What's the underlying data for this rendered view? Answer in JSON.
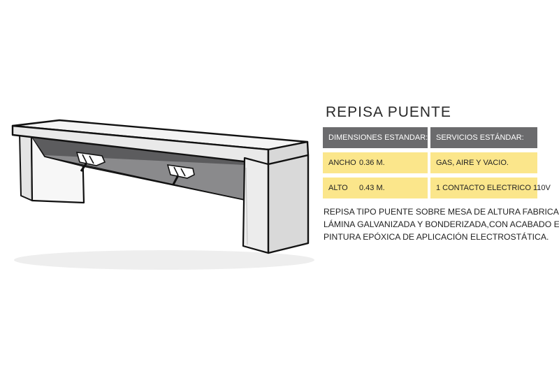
{
  "title": "REPISA PUENTE",
  "table": {
    "dimensions_header": "DIMENSIONES ESTANDAR:",
    "services_header": "SERVICIOS ESTÁNDAR:",
    "rows": [
      {
        "label": "ANCHO",
        "value": "0.36 M.",
        "service": "GAS, AIRE Y VACIO."
      },
      {
        "label": "ALTO",
        "value": "0.43 M.",
        "service": "1 CONTACTO ELECTRICO 110V"
      }
    ]
  },
  "description_lines": [
    "REPISA TIPO PUENTE SOBRE MESA DE ALTURA FABRICADA EN",
    "LÁMINA GALVANIZADA Y BONDERIZADA,CON ACABADO EN",
    "PINTURA EPÓXICA DE APLICACIÓN ELECTROSTÁTICA."
  ],
  "colors": {
    "header_bg": "#6b6b6d",
    "row_bg": "#fbe68b",
    "panel_gray": "#8a8a8c"
  },
  "illustration": "bridge-shelf-drawing"
}
